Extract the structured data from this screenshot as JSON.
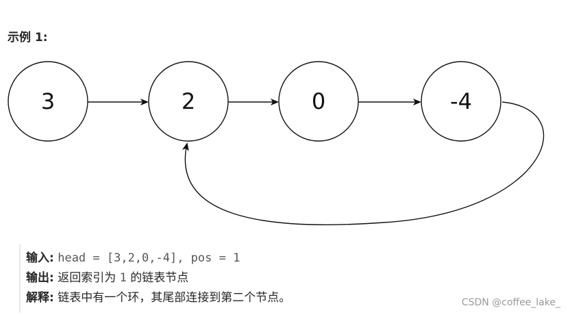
{
  "example_title": "示例 1:",
  "nodes": [
    {
      "label": "3"
    },
    {
      "label": "2"
    },
    {
      "label": "0"
    },
    {
      "label": "-4"
    }
  ],
  "input": {
    "label": "输入:",
    "value": "head = [3,2,0,-4], pos = 1"
  },
  "output": {
    "label": "输出:",
    "prefix": "返回索引为",
    "index": "1",
    "suffix": "的链表节点"
  },
  "explanation": {
    "label": "解释:",
    "text": "链表中有一个环，其尾部连接到第二个节点。"
  },
  "watermark": "CSDN @coffee_lake_"
}
